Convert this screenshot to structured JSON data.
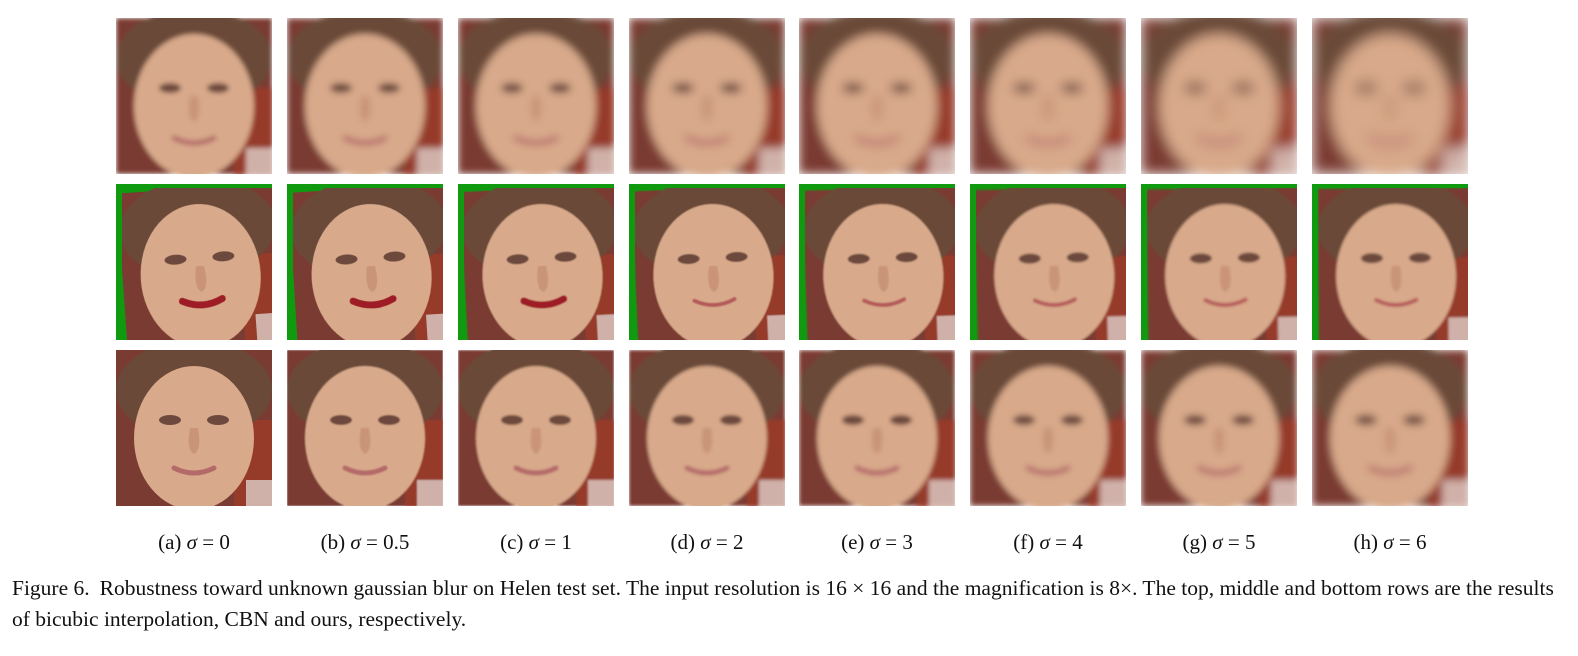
{
  "figure": {
    "columns": [
      {
        "letter": "(a)",
        "sigma_symbol": "σ",
        "equals": "=",
        "sigma_value": "0"
      },
      {
        "letter": "(b)",
        "sigma_symbol": "σ",
        "equals": "=",
        "sigma_value": "0.5"
      },
      {
        "letter": "(c)",
        "sigma_symbol": "σ",
        "equals": "=",
        "sigma_value": "1"
      },
      {
        "letter": "(d)",
        "sigma_symbol": "σ",
        "equals": "=",
        "sigma_value": "2"
      },
      {
        "letter": "(e)",
        "sigma_symbol": "σ",
        "equals": "=",
        "sigma_value": "3"
      },
      {
        "letter": "(f)",
        "sigma_symbol": "σ",
        "equals": "=",
        "sigma_value": "4"
      },
      {
        "letter": "(g)",
        "sigma_symbol": "σ",
        "equals": "=",
        "sigma_value": "5"
      },
      {
        "letter": "(h)",
        "sigma_symbol": "σ",
        "equals": "=",
        "sigma_value": "6"
      }
    ],
    "caption_label": "Figure 6.",
    "caption_text": "Robustness toward unknown gaussian blur on Helen test set. The input resolution is 16 × 16 and the magnification is 8×. The top, middle and bottom rows are the results of bicubic interpolation, CBN and ours, respectively.",
    "colors": {
      "background_green": "#109a10",
      "skin": "#d8a98a",
      "hair": "#6b4a38",
      "backdrop": "#7a3a30"
    }
  }
}
